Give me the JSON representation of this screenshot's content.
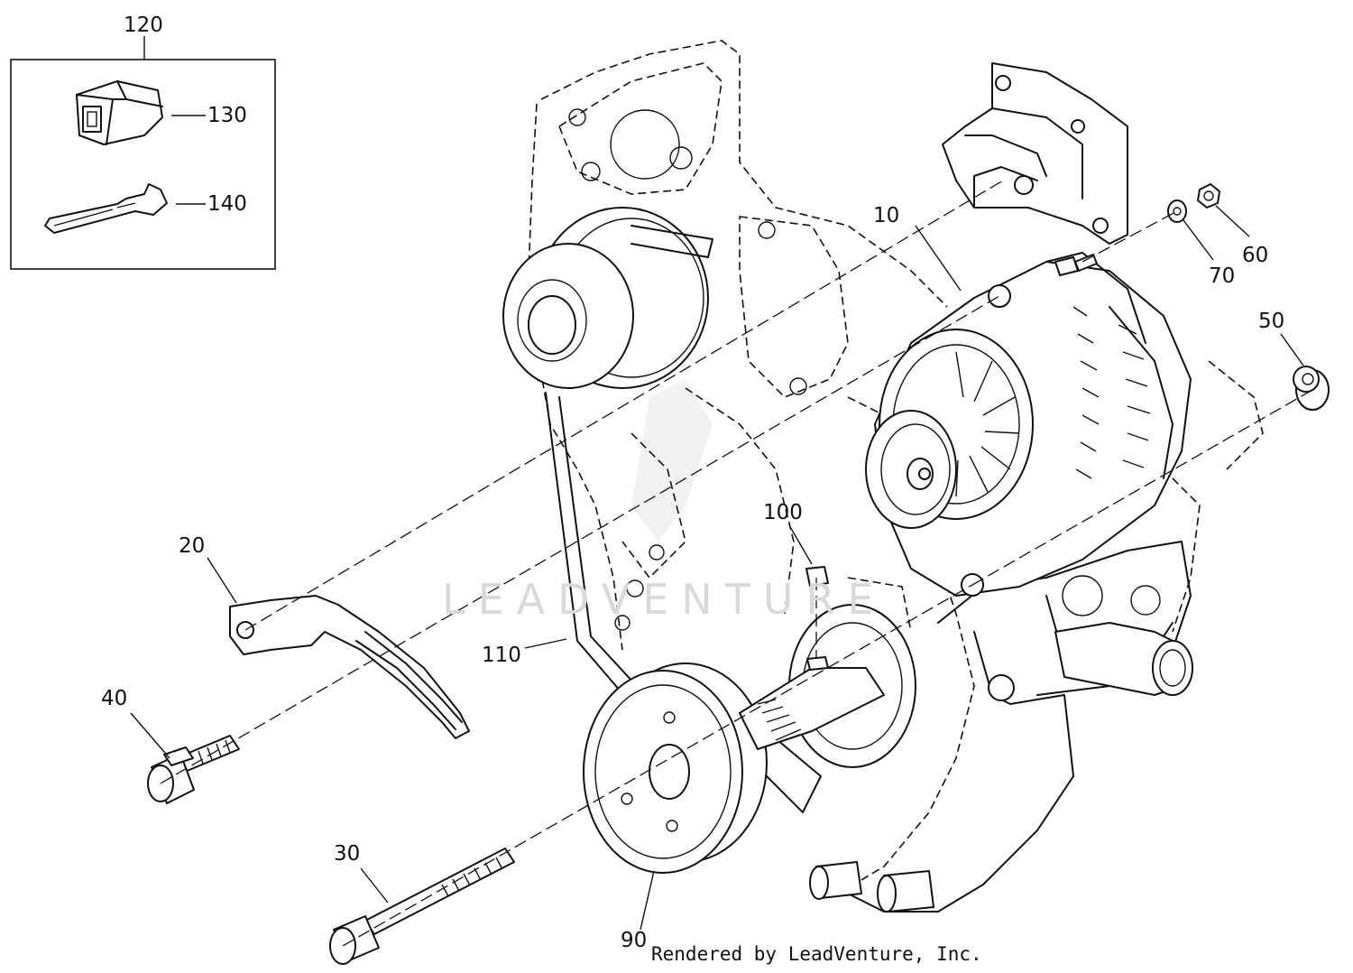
{
  "callouts": {
    "c10": "10",
    "c20": "20",
    "c30": "30",
    "c40": "40",
    "c50": "50",
    "c60": "60",
    "c70": "70",
    "c90": "90",
    "c100": "100",
    "c110": "110",
    "c120": "120",
    "c130": "130",
    "c140": "140"
  },
  "watermark": "LEADVENTURE",
  "credit": "Rendered by LeadVenture, Inc.",
  "colors": {
    "line": "#111111",
    "watermark": "#d9d9d9",
    "background": "#ffffff"
  }
}
